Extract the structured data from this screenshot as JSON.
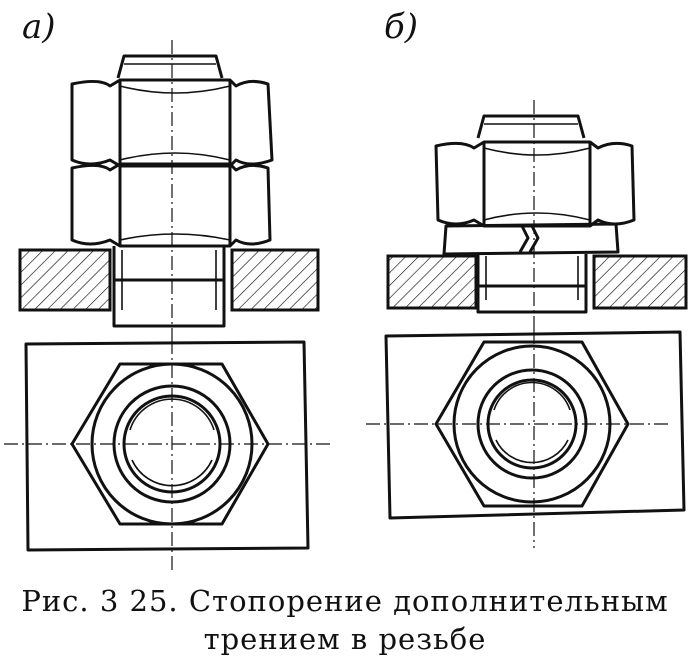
{
  "figure": {
    "label_a": "а)",
    "label_b": "б)",
    "caption_line1": "Рис.  3 25.  Стопорение  дополнительным",
    "caption_line2": "трением  в  резьбе"
  }
}
